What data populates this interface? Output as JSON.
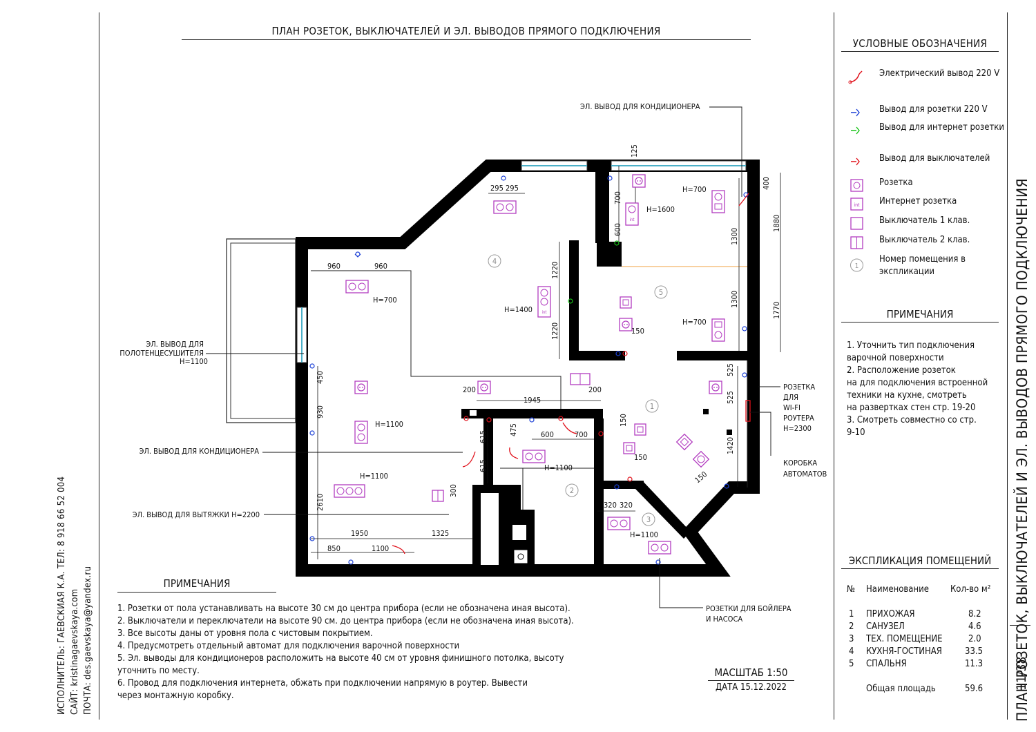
{
  "title": "ПЛАН РОЗЕТОК, ВЫКЛЮЧАТЕЛЕЙ И ЭЛ. ВЫВОДОВ ПРЯМОГО ПОДКЛЮЧЕНИЯ",
  "side_title": "ПЛАН РОЗЕТОК, ВЫКЛЮЧАТЕЛЕЙ И ЭЛ. ВЫВОДОВ ПРЯМОГО ПОДКЛЮЧЕНИЯ",
  "sheet": "11/38",
  "contacts": {
    "executor": "ИСПОЛНИТЕЛЬ: ГАЕВСКИАЯ К.А.   ТЕЛ: 8 918 66 52 004",
    "site": "САЙТ:  kristinagaevskaya.com",
    "mail": "ПОЧТА: des.gaevskaya@yandex.ru"
  },
  "legend": {
    "title": "УСЛОВНЫЕ ОБОЗНАЧЕНИЯ",
    "items": [
      {
        "icon": "electric-outlet-220v-icon",
        "label": "Электрический вывод 220 V",
        "color": "#e0101a"
      },
      {
        "icon": "socket-220v-outlet-icon",
        "label": "Вывод для розетки 220 V",
        "color": "#1a3fd6"
      },
      {
        "icon": "internet-socket-outlet-icon",
        "label": "Вывод для интернет розетки",
        "color": "#18c418"
      },
      {
        "icon": "switch-outlet-icon",
        "label": "Вывод для выключателей",
        "color": "#e0101a"
      },
      {
        "icon": "socket-icon",
        "label": "Розетка",
        "color": "#b23cc0"
      },
      {
        "icon": "internet-socket-icon",
        "label": "Интернет розетка",
        "color": "#b23cc0"
      },
      {
        "icon": "switch-1-key-icon",
        "label": "Выключатель 1 клав.",
        "color": "#b23cc0"
      },
      {
        "icon": "switch-2-key-icon",
        "label": "Выключатель 2 клав.",
        "color": "#b23cc0"
      },
      {
        "icon": "room-number-icon",
        "label": "Номер помещения в экспликации",
        "color": "#888888"
      }
    ]
  },
  "notes_right": {
    "title": "ПРИМЕЧАНИЯ",
    "items": [
      "1. Уточнить тип подключения\nварочной поверхности",
      "2. Расположение розеток\nна для подключения встроенной\nтехники на кухне, смотреть\nна развертках стен стр. 19-20",
      "3. Смотреть совместно со стр.\n9-10"
    ]
  },
  "explication": {
    "title": "ЭКСПЛИКАЦИЯ ПОМЕЩЕНИЙ",
    "headers": {
      "num": "№",
      "name": "Наименование",
      "qty": "Кол-во м²"
    },
    "rows": [
      {
        "num": "1",
        "name": "ПРИХОЖАЯ",
        "area": "8.2"
      },
      {
        "num": "2",
        "name": "САНУЗЕЛ",
        "area": "4.6"
      },
      {
        "num": "3",
        "name": "ТЕХ. ПОМЕЩЕНИЕ",
        "area": "2.0"
      },
      {
        "num": "4",
        "name": "КУХНЯ-ГОСТИНАЯ",
        "area": "33.5"
      },
      {
        "num": "5",
        "name": "СПАЛЬНЯ",
        "area": "11.3"
      }
    ],
    "total_label": "Общая площадь",
    "total": "59.6"
  },
  "notes_bottom": {
    "title": "ПРИМЕЧАНИЯ",
    "lines": [
      "1.  Розетки от пола устанавливать на высоте 30 см до центра прибора (если не обозначена иная высота).",
      "2.  Выключатели и переключатели на высоте 90 см. до центра прибора (если не обозначена иная высота).",
      "3.  Все высоты даны от уровня пола с чистовым покрытием.",
      "4.  Предусмотреть отдельный автомат для подключения варочной поверхности",
      "5.  Эл. выводы для кондиционеров расположить на высоте 40 см от уровня финишного потолка, высоту",
      "уточнить по месту.",
      "6.  Провод для подключения интернета, обжать при подключении напрямую в роутер. Вывести",
      "через монтажную коробку."
    ]
  },
  "scale": "МАСШТАБ 1:50",
  "date": "ДАТА 15.12.2022",
  "plan": {
    "callouts": {
      "ac_top": "ЭЛ. ВЫВОД ДЛЯ КОНДИЦИОНЕРА",
      "towel_1": "ЭЛ. ВЫВОД ДЛЯ",
      "towel_2": "ПОЛОТЕНЦЕСУШИТЕЛЯ",
      "towel_3": "H=1100",
      "ac_left": "ЭЛ. ВЫВОД ДЛЯ КОНДИЦИОНЕРА",
      "hood": "ЭЛ. ВЫВОД ДЛЯ ВЫТЯЖКИ H=2200",
      "wifi_1": "РОЗЕТКА",
      "wifi_2": "ДЛЯ",
      "wifi_3": "WI-FI",
      "wifi_4": "РОУТЕРА",
      "wifi_5": "H=2300",
      "box_1": "КОРОБКА",
      "box_2": "АВТОМАТОВ",
      "boiler_1": "РОЗЕТКИ ДЛЯ БОЙЛЕРА",
      "boiler_2": "И НАСОСА"
    },
    "dims": {
      "d960a": "960",
      "d960b": "960",
      "d295a": "295",
      "d295b": "295",
      "d125": "125",
      "d700v": "700",
      "d600v": "600",
      "d1220a": "1220",
      "d1220b": "1220",
      "d1300a": "1300",
      "d1300b": "1300",
      "d400": "400",
      "d1880": "1880",
      "d1770": "1770",
      "d450": "450",
      "d930": "930",
      "d2610": "2610",
      "d200a": "200",
      "d200b": "200",
      "d1945": "1945",
      "d150a": "150",
      "d150b": "150",
      "d150c": "150",
      "d150d": "150",
      "d525a": "525",
      "d525b": "525",
      "d1420": "1420",
      "d615a": "615",
      "d615b": "615",
      "d475": "475",
      "d600h": "600",
      "d700h": "700",
      "d300": "300",
      "d320a": "320",
      "d320b": "320",
      "d1950": "1950",
      "d1325": "1325",
      "d850": "850",
      "d1100": "1100"
    },
    "heights": {
      "h700_liv": "H=700",
      "h1600": "H=1600",
      "h700_bed1": "H=700",
      "h1400": "H=1400",
      "h700_bed2": "H=700",
      "h1100_a": "H=1100",
      "h1100_b": "H=1100",
      "h1100_c": "H=1100",
      "h1100_d": "H=1100"
    },
    "rooms": [
      "1",
      "2",
      "3",
      "4",
      "5"
    ]
  }
}
